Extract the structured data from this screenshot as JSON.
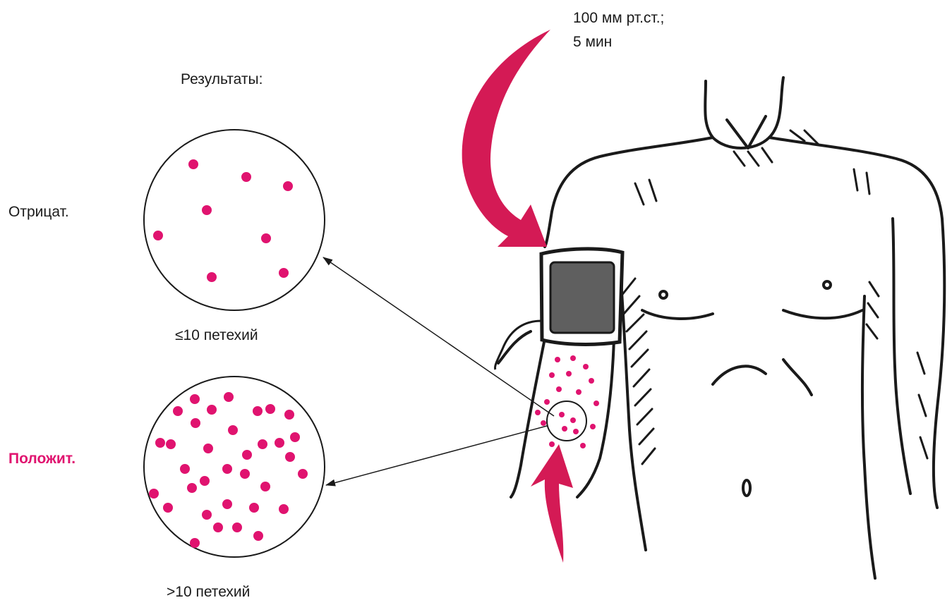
{
  "pressure": {
    "line1": "100 мм рт.ст.;",
    "line2": "5 мин"
  },
  "results": {
    "title": "Результаты:"
  },
  "negative": {
    "label": "Отрицат.",
    "caption": "≤10 петехий"
  },
  "positive": {
    "label": "Положит.",
    "caption": ">10 петехий"
  },
  "colors": {
    "petechia": "#e0136f",
    "arrow": "#d41a55",
    "positive_label": "#e0136f",
    "cuff": "#5f5f5f",
    "ink": "#1a1a1a"
  }
}
